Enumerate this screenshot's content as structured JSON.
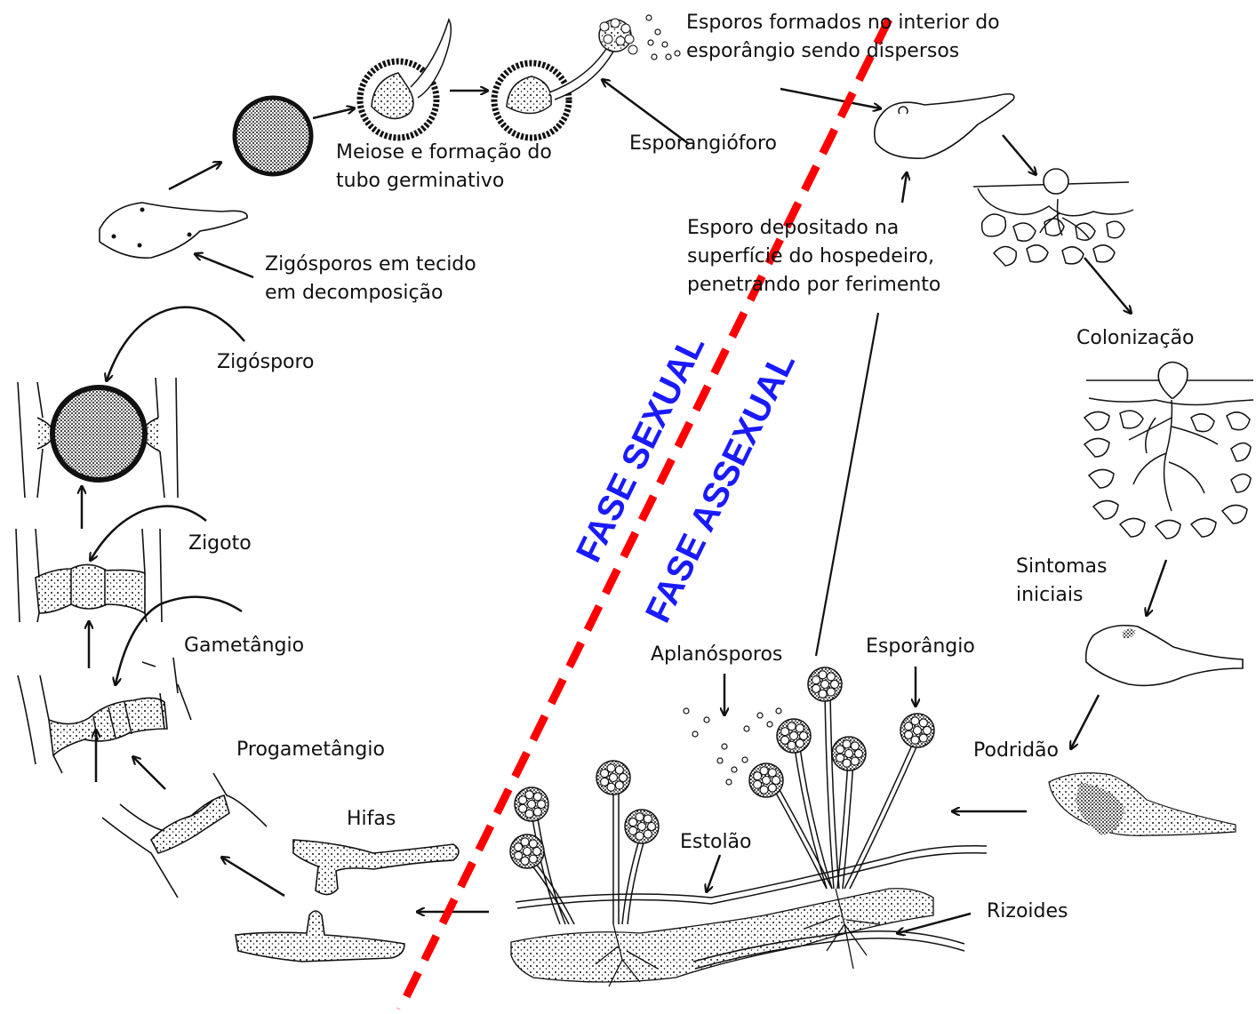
{
  "colors": {
    "divider": "#ff0000",
    "phase_text": "#1a1aff",
    "ink": "#111111"
  },
  "labels": {
    "spores_dispersed_line1": "Esporos formados no interior do",
    "spores_dispersed_line2": "esporângio sendo dispersos",
    "meiosis_line1": "Meiose e formação do",
    "meiosis_line2": "tubo germinativo",
    "sporangiophore": "Esporangióforo",
    "spore_deposit_line1": "Esporo depositado na",
    "spore_deposit_line2": "superfície do hospedeiro,",
    "spore_deposit_line3": "penetrando por ferimento",
    "zygospores_tissue_line1": "Zigósporos em tecido",
    "zygospores_tissue_line2": "em decomposição",
    "zygospore": "Zigósporo",
    "zygote": "Zigoto",
    "gametangium": "Gametângio",
    "progametangium": "Progametângio",
    "hyphae": "Hifas",
    "colonization": "Colonização",
    "initial_symptoms_line1": "Sintomas",
    "initial_symptoms_line2": "iniciais",
    "rot": "Podridão",
    "aplanospores": "Aplanósporos",
    "sporangium": "Esporângio",
    "stolon": "Estolão",
    "rhizoids": "Rizoides"
  },
  "phases": {
    "sexual": "FASE SEXUAL",
    "asexual": "FASE ASSEXUAL"
  }
}
